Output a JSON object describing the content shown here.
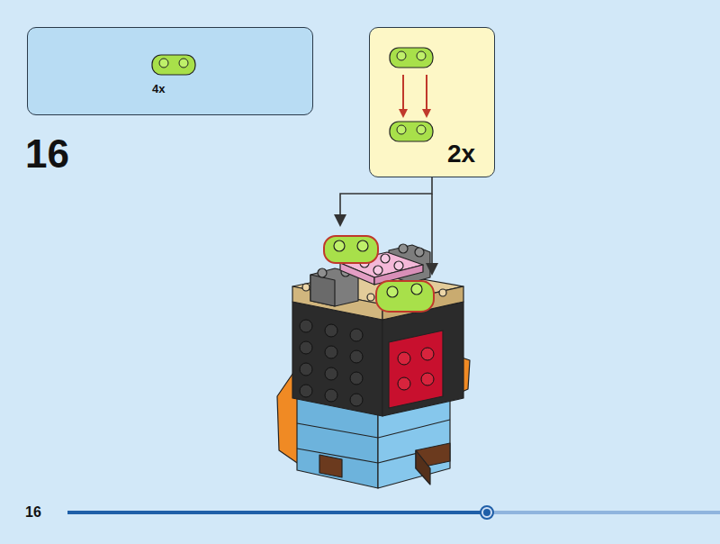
{
  "diagram": {
    "nodes": [
      {
        "text": [
          "4x"
        ]
      },
      {
        "text": [
          "2x"
        ]
      }
    ],
    "labels": [
      "16",
      "16"
    ]
  }
}
